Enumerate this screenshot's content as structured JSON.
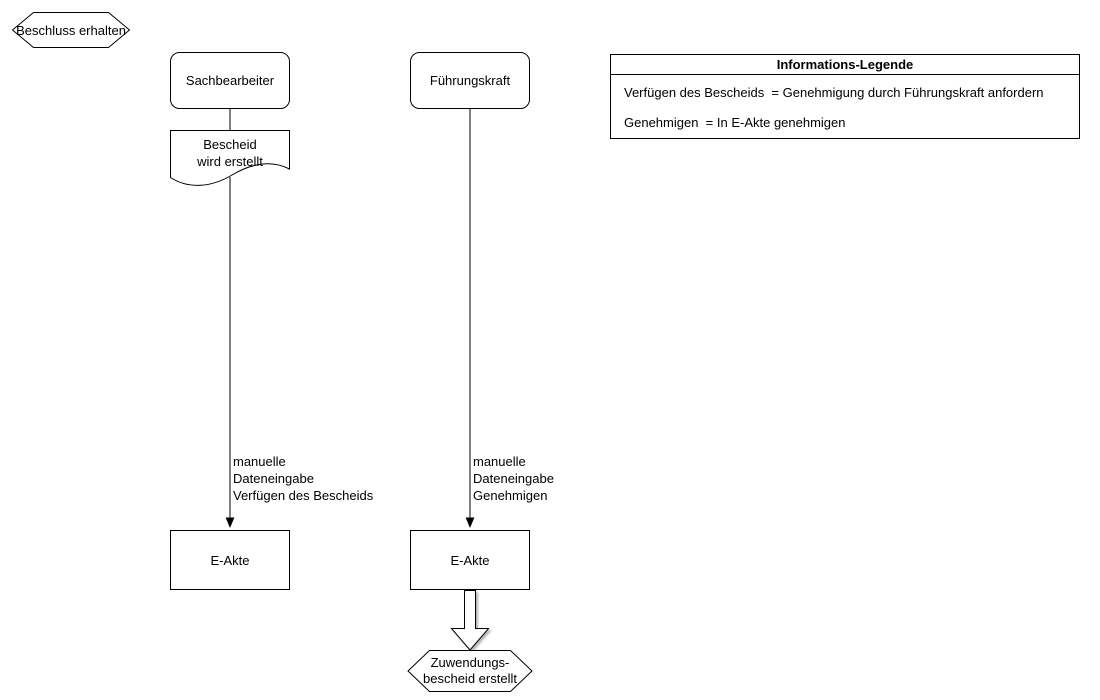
{
  "colors": {
    "stroke": "#000000",
    "shape_fill": "#ffffff",
    "text": "#000000",
    "background": "#ffffff"
  },
  "start_event": {
    "label": "Beschluss erhalten"
  },
  "actors": {
    "left": {
      "label": "Sachbearbeiter"
    },
    "right": {
      "label": "Führungskraft"
    }
  },
  "document": {
    "lines": [
      "Bescheid",
      "wird erstellt"
    ]
  },
  "edges": {
    "left": {
      "lines": [
        "manuelle",
        "Dateneingabe",
        "Verfügen des Bescheids"
      ]
    },
    "right": {
      "lines": [
        "manuelle",
        "Dateneingabe",
        "Genehmigen"
      ]
    }
  },
  "stores": {
    "left": {
      "label": "E-Akte"
    },
    "right": {
      "label": "E-Akte"
    }
  },
  "end_event": {
    "lines": [
      "Zuwendungs-",
      "bescheid erstellt"
    ]
  },
  "legend": {
    "title": "Informations-Legende",
    "entries": [
      "Verfügen des Bescheids  = Genehmigung durch Führungskraft anfordern",
      "Genehmigen  = In E-Akte genehmigen"
    ]
  }
}
